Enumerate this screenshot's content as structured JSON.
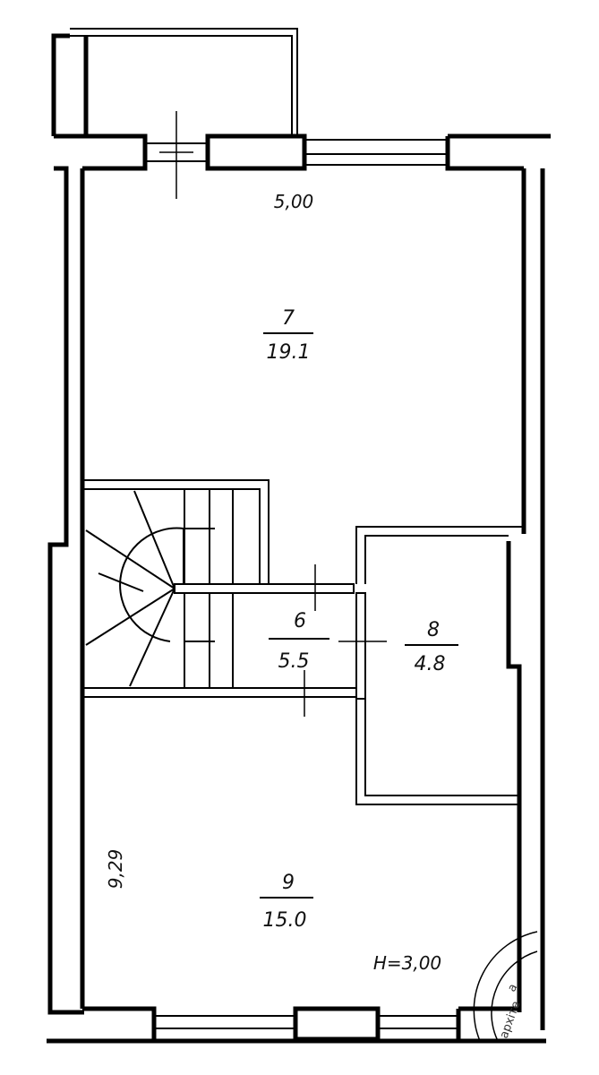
{
  "rooms": [
    {
      "number": "7",
      "area": "19.1"
    },
    {
      "number": "6",
      "area": "5.5"
    },
    {
      "number": "8",
      "area": "4.8"
    },
    {
      "number": "9",
      "area": "15.0"
    }
  ],
  "dimensions": {
    "width": "5,00",
    "length": "9,29",
    "height": "H=3,00"
  },
  "stamp_text": [
    "а",
    "архіте"
  ]
}
